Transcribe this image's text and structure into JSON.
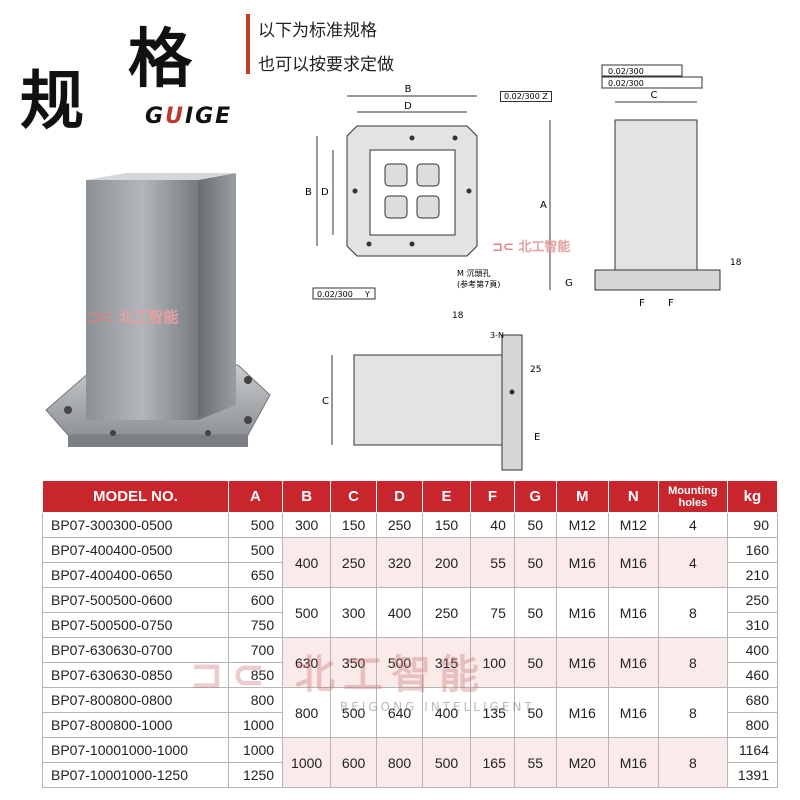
{
  "header": {
    "title_cn_1": "规",
    "title_cn_2": "格",
    "title_latin_pre": "G",
    "title_latin_accent": "U",
    "title_latin_post": "IGE",
    "note_line1": "以下为标准规格",
    "note_line2": "也可以按要求定做"
  },
  "brand": {
    "logo_text": "北工智能",
    "logo_sub": "BEIGONG INTELLIGENT"
  },
  "drawing": {
    "tol1": "0.02/300",
    "ref_z": "Z",
    "ref_y": "Y",
    "tol2": "0.02/300",
    "tol3": "0.02/300",
    "dim_b": "B",
    "dim_d": "D",
    "dim_c": "C",
    "dim_a": "A",
    "dim_g": "G",
    "dim_f": "F",
    "dim_e": "E",
    "dim_18": "18",
    "dim_25": "25",
    "hole_m": "M 沉頭孔",
    "hole_ref": "(参考第7頁)",
    "hole_n": "3-N"
  },
  "table": {
    "headers": [
      "MODEL NO.",
      "A",
      "B",
      "C",
      "D",
      "E",
      "F",
      "G",
      "M",
      "N",
      "Mounting holes",
      "kg"
    ],
    "rows": [
      {
        "model": "BP07-300300-0500",
        "a": "500",
        "kg": "90"
      },
      {
        "model": "BP07-400400-0500",
        "a": "500",
        "kg": "160"
      },
      {
        "model": "BP07-400400-0650",
        "a": "650",
        "kg": "210"
      },
      {
        "model": "BP07-500500-0600",
        "a": "600",
        "kg": "250"
      },
      {
        "model": "BP07-500500-0750",
        "a": "750",
        "kg": "310"
      },
      {
        "model": "BP07-630630-0700",
        "a": "700",
        "kg": "400"
      },
      {
        "model": "BP07-630630-0850",
        "a": "850",
        "kg": "460"
      },
      {
        "model": "BP07-800800-0800",
        "a": "800",
        "kg": "680"
      },
      {
        "model": "BP07-800800-1000",
        "a": "1000",
        "kg": "800"
      },
      {
        "model": "BP07-10001000-1000",
        "a": "1000",
        "kg": "1164"
      },
      {
        "model": "BP07-10001000-1250",
        "a": "1250",
        "kg": "1391"
      }
    ],
    "groups": [
      {
        "b": "300",
        "c": "150",
        "d": "250",
        "e": "150",
        "f": "40",
        "g": "50",
        "m": "M12",
        "n": "M12",
        "holes": "4"
      },
      {
        "b": "400",
        "c": "250",
        "d": "320",
        "e": "200",
        "f": "55",
        "g": "50",
        "m": "M16",
        "n": "M16",
        "holes": "4"
      },
      {
        "b": "500",
        "c": "300",
        "d": "400",
        "e": "250",
        "f": "75",
        "g": "50",
        "m": "M16",
        "n": "M16",
        "holes": "8"
      },
      {
        "b": "630",
        "c": "350",
        "d": "500",
        "e": "315",
        "f": "100",
        "g": "50",
        "m": "M16",
        "n": "M16",
        "holes": "8"
      },
      {
        "b": "800",
        "c": "500",
        "d": "640",
        "e": "400",
        "f": "135",
        "g": "50",
        "m": "M16",
        "n": "M16",
        "holes": "8"
      },
      {
        "b": "1000",
        "c": "600",
        "d": "800",
        "e": "500",
        "f": "165",
        "g": "55",
        "m": "M20",
        "n": "M16",
        "holes": "8"
      }
    ]
  },
  "colors": {
    "header_red": "#c8252c",
    "accent_red": "#c0392b",
    "row_tint": "#fbeaea"
  }
}
